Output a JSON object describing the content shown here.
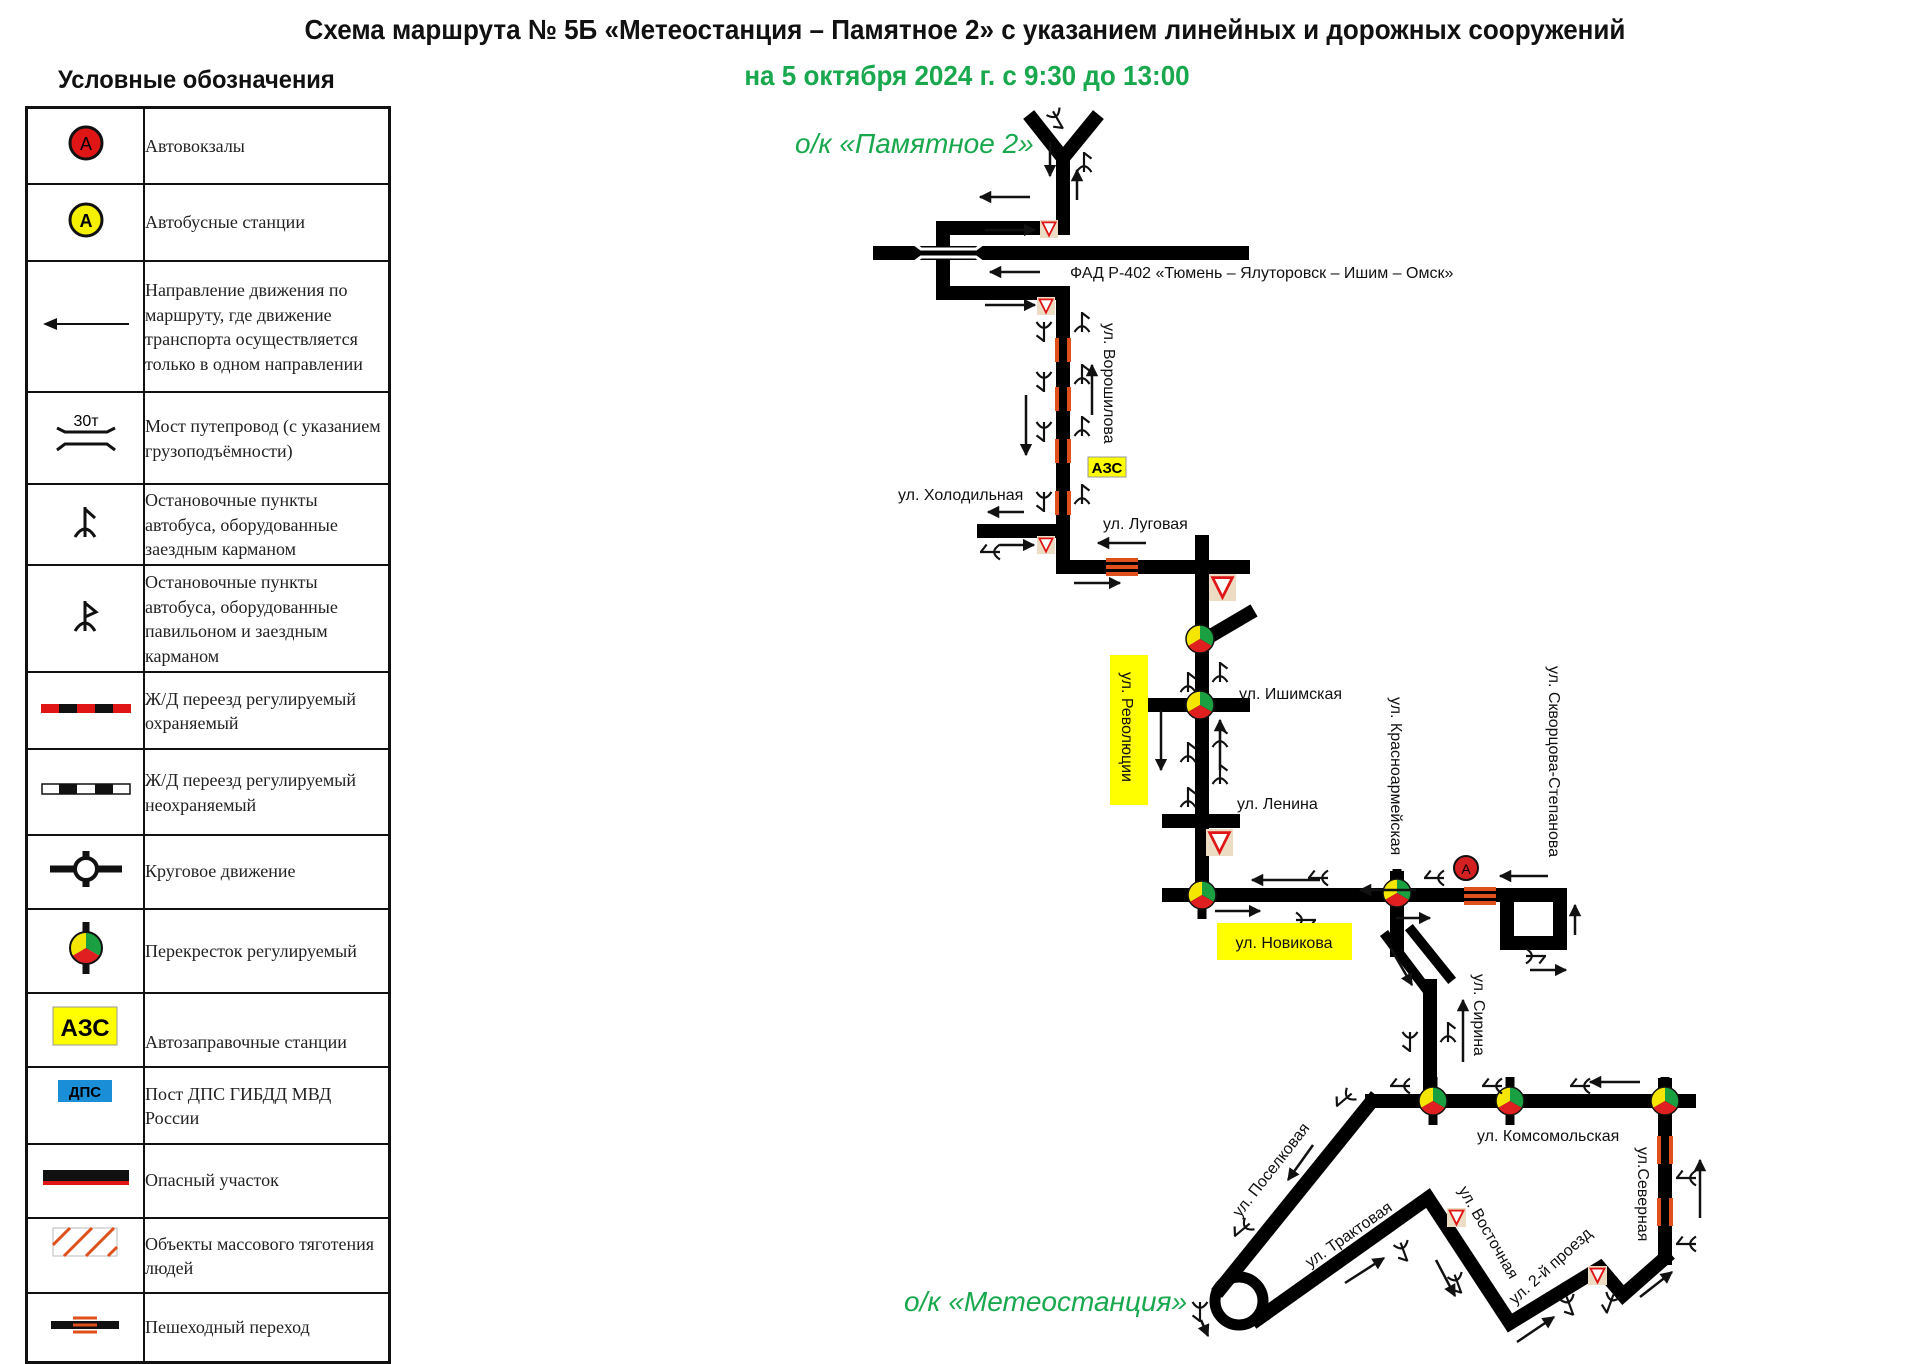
{
  "header": {
    "title": "Схема маршрута № 5Б «Метеостанция – Памятное 2» с указанием линейных и дорожных сооружений",
    "subtitle": "на 5 октября 2024 г. с 9:30 до 13:00"
  },
  "legend": {
    "title": "Условные обозначения",
    "items": [
      {
        "icon": "bus-terminal-icon",
        "text": "Автовокзалы"
      },
      {
        "icon": "bus-station-icon",
        "text": "Автобусные станции"
      },
      {
        "icon": "direction-arrow-icon",
        "text": "Направление движения по маршруту, где движение транспорта осуществляется только в одном направлении"
      },
      {
        "icon": "bridge-icon",
        "text": "Мост путепровод (с указанием грузоподъёмности)",
        "icon_text": "30т"
      },
      {
        "icon": "bus-stop-pocket-icon",
        "text": "Остановочные пункты автобуса, оборудованные заездным карманом"
      },
      {
        "icon": "bus-stop-pavilion-icon",
        "text": "Остановочные пункты автобуса, оборудованные павильоном и заездным карманом"
      },
      {
        "icon": "railway-crossing-guarded-icon",
        "text": "Ж/Д переезд регулируемый охраняемый"
      },
      {
        "icon": "railway-crossing-unguarded-icon",
        "text": "Ж/Д переезд регулируемый неохраняемый"
      },
      {
        "icon": "roundabout-icon",
        "text": "Круговое движение"
      },
      {
        "icon": "traffic-light-intersection-icon",
        "text": "Перекресток регулируемый"
      },
      {
        "icon": "gas-station-icon",
        "text": "Автозаправочные станции",
        "icon_text": "АЗС"
      },
      {
        "icon": "police-post-icon",
        "text": "Пост ДПС ГИБДД МВД России",
        "icon_text": "ДПС"
      },
      {
        "icon": "dangerous-section-icon",
        "text": "Опасный участок"
      },
      {
        "icon": "crowd-object-icon",
        "text": "Объекты массового тяготения людей"
      },
      {
        "icon": "pedestrian-crossing-icon",
        "text": "Пешеходный переход"
      }
    ]
  },
  "map": {
    "terminal_start": "о/к «Памятное 2»",
    "terminal_end": "о/к «Метеостанция»",
    "highway": "ФАД Р-402 «Тюмень – Ялуторовск – Ишим – Омск»",
    "gas_station": "АЗС",
    "bus_terminal_letter": "А",
    "streets": {
      "voroshilova": "ул. Ворошилова",
      "kholodilnaya": "ул. Холодильная",
      "lugovaya": "ул. Луговая",
      "revolyutsii": "ул. Революции",
      "ishimskaya": "ул. Ишимская",
      "lenina": "ул. Ленина",
      "krasnoarmeyskaya": "ул. Красноармейская",
      "skvortsova": "ул. Скворцова-Степанова",
      "novikova": "ул. Новикова",
      "sirina": "ул. Сирина",
      "komsomolskaya": "ул. Комсомольская",
      "severnaya": "ул.Северная",
      "poselkovaya": "ул. Поселковая",
      "traktovaya": "ул. Трактовая",
      "vostochnaya": "ул. Восточная",
      "proezd2": "ул. 2-й проезд"
    }
  },
  "colors": {
    "accent_green": "#19a84e",
    "route": "#000000",
    "crossing": "#e0501a",
    "highlight_yellow": "#ffff00",
    "signal_red": "#e02020",
    "signal_green": "#1aa040",
    "signal_yellow": "#f5e600",
    "police_blue": "#1a8fd8"
  }
}
